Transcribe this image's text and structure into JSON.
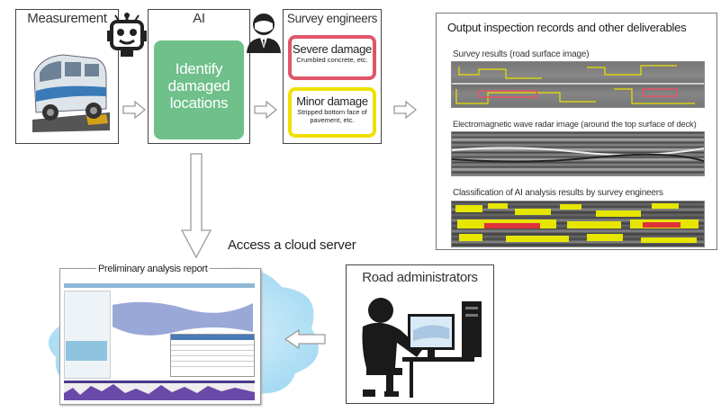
{
  "measurement": {
    "title": "Measurement"
  },
  "ai": {
    "title": "AI",
    "label": "Identify damaged locations"
  },
  "survey": {
    "title": "Survey engineers",
    "severe": {
      "title": "Severe damage",
      "sub": "Crumbled concrete, etc."
    },
    "minor": {
      "title": "Minor damage",
      "sub": "Stripped bottom face of pavement, etc."
    }
  },
  "output": {
    "title": "Output inspection records and other deliverables",
    "items": [
      {
        "label": "Survey results (road surface image)"
      },
      {
        "label": "Electromagnetic wave radar image (around the top surface of deck)"
      },
      {
        "label": "Classification of AI analysis results by survey engineers"
      }
    ]
  },
  "cloud": {
    "label": "Access a cloud server",
    "report_title": "Preliminary analysis report"
  },
  "admin": {
    "title": "Road administrators"
  },
  "colors": {
    "ai_green": "#6fc08a",
    "severe_red": "#e0566a",
    "minor_yellow": "#f0e000",
    "cloud_blue": "#bfe6f7",
    "arrow_gray": "#9a9a9a"
  },
  "icons": [
    "robot-icon",
    "engineer-icon",
    "van-icon",
    "computer-user-icon",
    "arrow-right-icon",
    "arrow-left-icon",
    "arrow-down-icon"
  ]
}
